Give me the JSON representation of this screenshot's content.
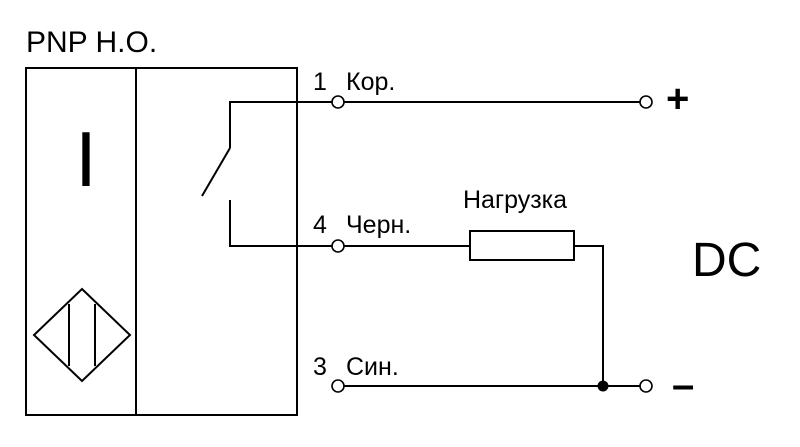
{
  "title": "PNP Н.О.",
  "sensor_mark": "I",
  "pins": [
    {
      "number": "1",
      "wire_label": "Кор."
    },
    {
      "number": "4",
      "wire_label": "Черн."
    },
    {
      "number": "3",
      "wire_label": "Син."
    }
  ],
  "load_label": "Нагрузка",
  "supply_label": "DC",
  "polarity": {
    "plus": "+",
    "minus": "–"
  },
  "colors": {
    "line": "#000000",
    "background": "#ffffff"
  }
}
